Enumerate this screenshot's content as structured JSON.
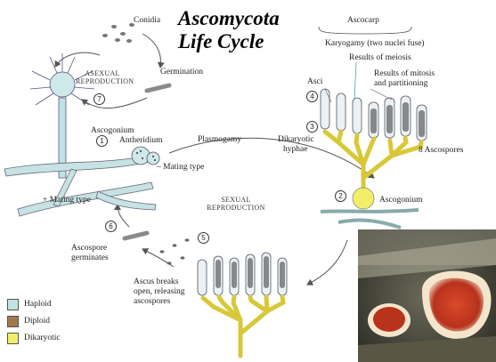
{
  "title_line1": "Ascomycota",
  "title_line2": "Life Cycle",
  "labels": {
    "conidia": "Conidia",
    "germination": "Germination",
    "ascogonium_top": "Ascogonium",
    "antheridium": "Antheridium",
    "minus_mating": "– Mating type",
    "plus_mating": "+ Mating type",
    "plasmogamy": "Plasmogamy",
    "ascocarp": "Ascocarp",
    "karyogamy": "Karyogamy (two nuclei fuse)",
    "meiosis": "Results of meiosis",
    "mitosis": "Results of mitosis",
    "mitosis2": "and partitioning",
    "asci": "Asci",
    "dikaryotic": "Dikaryotic",
    "hyphae": "hyphae",
    "ascospores8": "8 Ascospores",
    "ascogonium_bottom": "Ascogonium",
    "ascospore_germ1": "Ascospore",
    "ascospore_germ2": "germinates",
    "ascus_breaks1": "Ascus breaks",
    "ascus_breaks2": "open, releasing",
    "ascus_breaks3": "ascospores",
    "asexual1": "Asexual",
    "asexual2": "reproduction",
    "sexual1": "Sexual",
    "sexual2": "reproduction"
  },
  "steps": [
    "1",
    "2",
    "3",
    "4",
    "5",
    "6",
    "7"
  ],
  "legend": [
    {
      "label": "Haploid",
      "color": "#bfe3e3"
    },
    {
      "label": "Diploid",
      "color": "#a07850"
    },
    {
      "label": "Dikaryotic",
      "color": "#f2ee6a"
    }
  ]
}
